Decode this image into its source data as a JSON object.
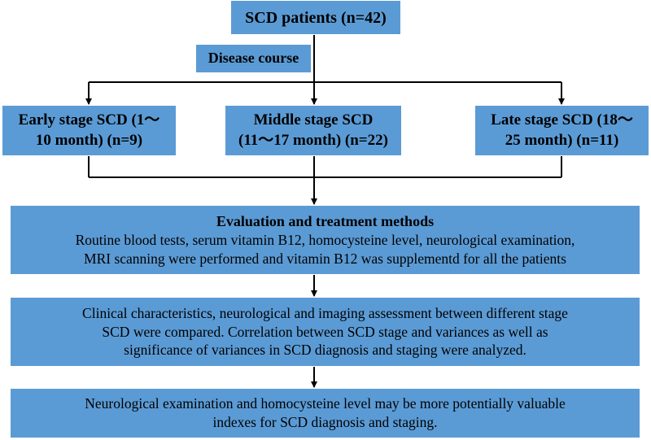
{
  "colors": {
    "box_fill": "#5b9bd5",
    "line": "#000000"
  },
  "top": {
    "label": "SCD patients (n=42)"
  },
  "course": {
    "label": "Disease course"
  },
  "stages": {
    "early": {
      "line1": "Early stage SCD (1～",
      "line2": "10 month) (n=9)"
    },
    "middle": {
      "line1": "Middle stage SCD",
      "line2": "(11～17 month) (n=22)"
    },
    "late": {
      "line1": "Late stage SCD (18～",
      "line2": "25 month) (n=11)"
    }
  },
  "evaluation": {
    "title": "Evaluation and treatment methods",
    "line1": "Routine blood tests, serum vitamin B12, homocysteine level, neurological examination,",
    "line2": "MRI scanning were performed and vitamin B12 was supplementd for all the patients"
  },
  "comparison": {
    "line1": "Clinical characteristics, neurological and imaging assessment between different stage",
    "line2": "SCD were compared. Correlation between SCD stage and variances as well as",
    "line3": "significance of variances in SCD diagnosis and staging were analyzed."
  },
  "conclusion": {
    "line1": "Neurological examination and homocysteine level may be more potentially valuable",
    "line2": "indexes for SCD diagnosis and staging."
  }
}
